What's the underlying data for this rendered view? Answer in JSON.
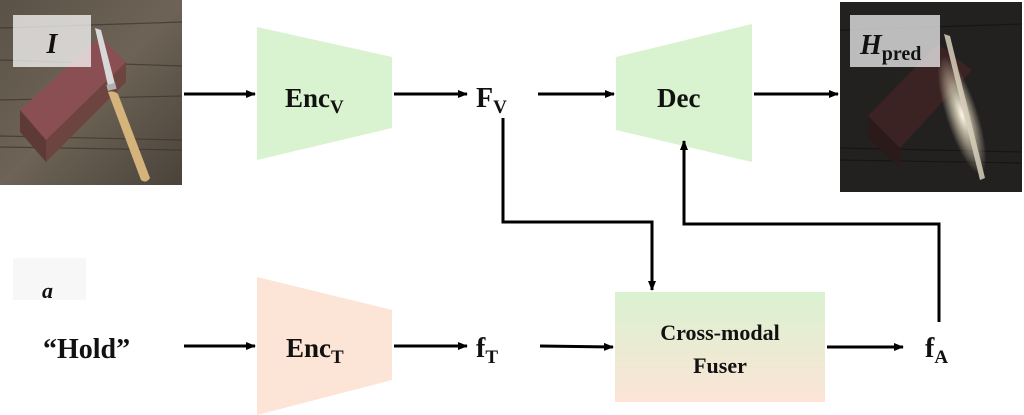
{
  "input_image": {
    "label": "I",
    "description": "knife resting on a sharpening stone on a wooden table"
  },
  "output_image": {
    "label_main": "H",
    "label_sub": "pred",
    "description": "darkened image with highlighted knife handle heatmap"
  },
  "nodes": {
    "enc_v": {
      "main": "Enc",
      "sub": "V",
      "color": "#d9f2d0"
    },
    "dec": {
      "main": "Dec",
      "color": "#d9f2d0"
    },
    "enc_t": {
      "main": "Enc",
      "sub": "T",
      "color": "#fce4d6"
    },
    "fuser": {
      "line1": "Cross-modal",
      "line2": "Fuser",
      "color_top": "#d9f2d0",
      "color_bottom": "#fce4d6"
    }
  },
  "features": {
    "f_v": {
      "main": "F",
      "sub": "V"
    },
    "f_t": {
      "main": "f",
      "sub": "T"
    },
    "f_a": {
      "main": "f",
      "sub": "A"
    }
  },
  "text_input": {
    "affordance_label": "a",
    "query": "“Hold”"
  }
}
